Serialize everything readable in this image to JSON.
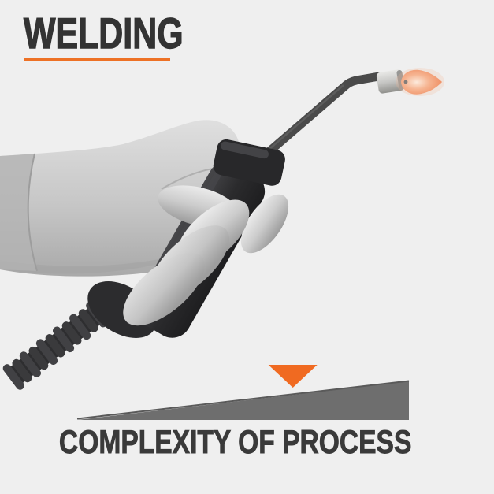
{
  "page": {
    "background_color": "#EFEFEF"
  },
  "header": {
    "title": "WELDING",
    "title_color": "#333333",
    "underline_color": "#ED7125"
  },
  "illustration": {
    "icon": "gloved-hand-holding-gas-welding-torch",
    "flame_lit": true,
    "colors": {
      "glove": "#C6C6C6",
      "handle": "#2B2B2D",
      "tube": "#4A4A4A",
      "nozzle": "#C6C6C4",
      "flame": "#F4A981",
      "hose": "#39393B"
    }
  },
  "scale": {
    "label": "COMPLEXITY OF PROCESS",
    "label_color": "#3A3A3A",
    "wedge_color": "#6E6E6E",
    "marker_icon": "orange-triangle-down",
    "marker_color": "#F06A21",
    "marker_position_pct": 65
  }
}
